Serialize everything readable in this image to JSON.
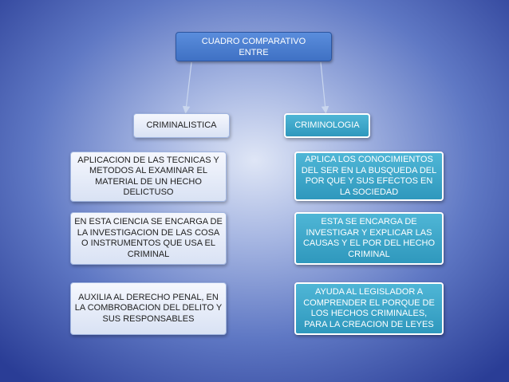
{
  "title": {
    "line1": "CUADRO COMPARATIVO",
    "line2": "ENTRE"
  },
  "left": {
    "heading": "CRIMINALISTICA",
    "items": [
      "APLICACION DE LAS TECNICAS Y METODOS AL EXAMINAR EL MATERIAL DE UN HECHO DELICTUSO",
      "EN ESTA CIENCIA SE ENCARGA DE LA INVESTIGACION DE LAS COSA O INSTRUMENTOS  QUE USA EL CRIMINAL",
      "AUXILIA AL DERECHO PENAL, EN LA COMBROBACION DEL DELITO Y SUS RESPONSABLES"
    ]
  },
  "right": {
    "heading": "CRIMINOLOGIA",
    "items": [
      "APLICA LOS CONOCIMIENTOS DEL SER EN LA BUSQUEDA DEL POR QUE Y SUS EFECTOS EN LA SOCIEDAD",
      "ESTA SE ENCARGA DE INVESTIGAR Y EXPLICAR LAS CAUSAS Y EL POR DEL HECHO CRIMINAL",
      "AYUDA AL LEGISLADOR A COMPRENDER EL PORQUE DE LOS HECHOS CRIMINALES, PARA LA CREACION DE LEYES"
    ]
  },
  "colors": {
    "title_box": "#4a7fd4",
    "left_boxes": "#e8edf9",
    "right_boxes": "#3aa8cc",
    "connector": "#c9d6ee"
  }
}
